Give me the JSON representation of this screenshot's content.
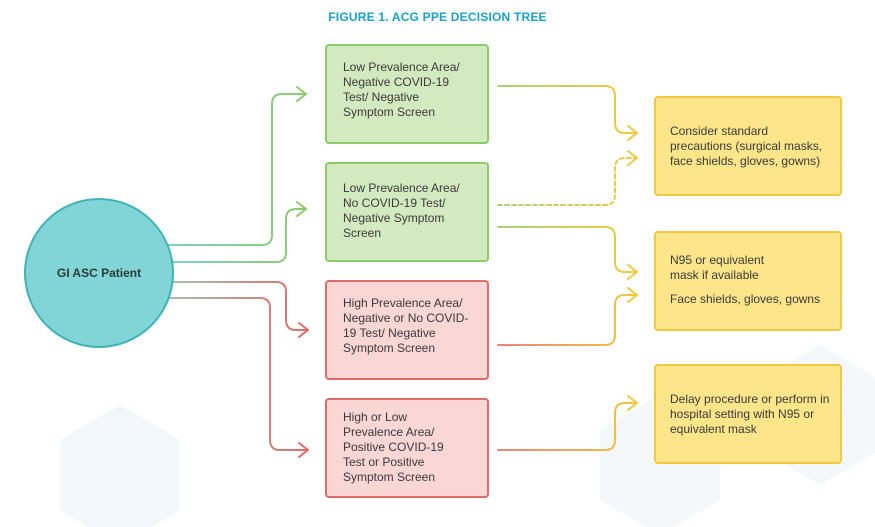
{
  "title": "FIGURE 1. ACG PPE DECISION TREE",
  "root": {
    "label": "GI ASC Patient"
  },
  "conditions": [
    {
      "label": "Low Prevalence Area/ Negative COVID-19 Test/ Negative Symptom Screen",
      "color": "green"
    },
    {
      "label": "Low Prevalence Area/ No COVID-19 Test/ Negative Symptom Screen",
      "color": "green"
    },
    {
      "label": "High Prevalence Area/ Negative or No COVID-19 Test/ Negative Symptom Screen",
      "color": "red"
    },
    {
      "label": "High or Low Prevalence Area/ Positive COVID-19 Test or Positive Symptom Screen",
      "color": "red"
    }
  ],
  "outcomes": [
    {
      "label": "Consider standard precautions (surgical masks, face shields, gloves, gowns)"
    },
    {
      "line1": "N95 or equivalent mask if available",
      "line2": "Face shields, gloves, gowns"
    },
    {
      "label": "Delay procedure or perform in hospital setting with N95 or equivalent mask"
    }
  ],
  "colors": {
    "green": "#8ccb6c",
    "red": "#e16b68",
    "yellow": "#f2c842",
    "teal": "#3fb3b5",
    "title": "#1ba0c9"
  }
}
